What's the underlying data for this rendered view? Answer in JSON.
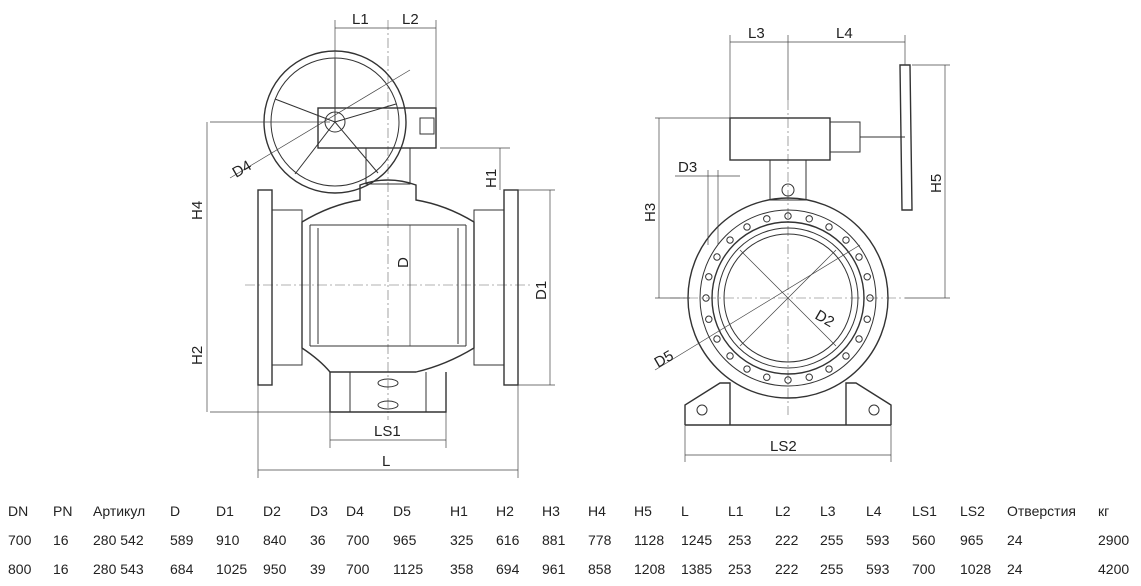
{
  "drawing": {
    "side_view_labels": {
      "L1": "L1",
      "L2": "L2",
      "D4": "D4",
      "H4": "H4",
      "H2": "H2",
      "H1": "H1",
      "D": "D",
      "D1": "D1",
      "LS1": "LS1",
      "L": "L"
    },
    "front_view_labels": {
      "L3": "L3",
      "L4": "L4",
      "D3": "D3",
      "H3": "H3",
      "H5": "H5",
      "D2": "D2",
      "D5": "D5",
      "LS2": "LS2"
    }
  },
  "table": {
    "headers": [
      "DN",
      "PN",
      "Артикул",
      "D",
      "D1",
      "D2",
      "D3",
      "D4",
      "D5",
      "H1",
      "H2",
      "H3",
      "H4",
      "H5",
      "L",
      "L1",
      "L2",
      "L3",
      "L4",
      "LS1",
      "LS2",
      "Отверстия",
      "кг"
    ],
    "rows": [
      [
        "700",
        "16",
        "280 542",
        "589",
        "910",
        "840",
        "36",
        "700",
        "965",
        "325",
        "616",
        "881",
        "778",
        "1128",
        "1245",
        "253",
        "222",
        "255",
        "593",
        "560",
        "965",
        "24",
        "2900"
      ],
      [
        "800",
        "16",
        "280 543",
        "684",
        "1025",
        "950",
        "39",
        "700",
        "1125",
        "358",
        "694",
        "961",
        "858",
        "1208",
        "1385",
        "253",
        "222",
        "255",
        "593",
        "700",
        "1028",
        "24",
        "4200"
      ]
    ]
  }
}
